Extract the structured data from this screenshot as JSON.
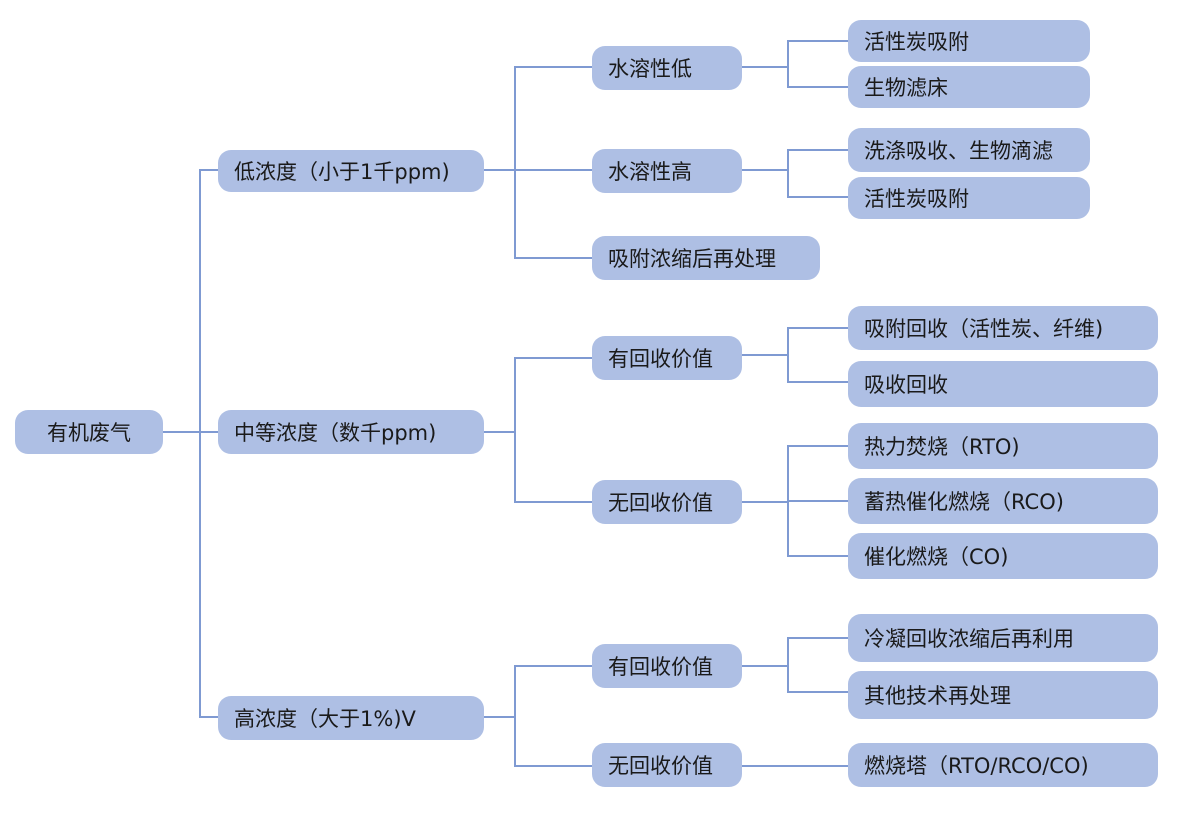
{
  "root": {
    "label": "有机废气"
  },
  "branches": [
    {
      "label": "低浓度（小于1千ppm)",
      "children": [
        {
          "label": "水溶性低",
          "leaves": [
            "活性炭吸附",
            "生物滤床"
          ]
        },
        {
          "label": "水溶性高",
          "leaves": [
            "洗涤吸收、生物滴滤",
            "活性炭吸附"
          ]
        },
        {
          "label": "吸附浓缩后再处理",
          "leaves": []
        }
      ]
    },
    {
      "label": "中等浓度（数千ppm)",
      "children": [
        {
          "label": "有回收价值",
          "leaves": [
            "吸附回收（活性炭、纤维)",
            "吸收回收"
          ]
        },
        {
          "label": "无回收价值",
          "leaves": [
            "热力焚烧（RTO)",
            "蓄热催化燃烧（RCO)",
            "催化燃烧（CO)"
          ]
        }
      ]
    },
    {
      "label": "高浓度（大于1%)V",
      "children": [
        {
          "label": "有回收价值",
          "leaves": [
            "冷凝回收浓缩后再利用",
            "其他技术再处理"
          ]
        },
        {
          "label": "无回收价值",
          "leaves": [
            "燃烧塔（RTO/RCO/CO)"
          ]
        }
      ]
    }
  ],
  "colors": {
    "node_fill": "#aebfe4",
    "connector": "#7f9ad2",
    "text": "#1a1a1a"
  }
}
